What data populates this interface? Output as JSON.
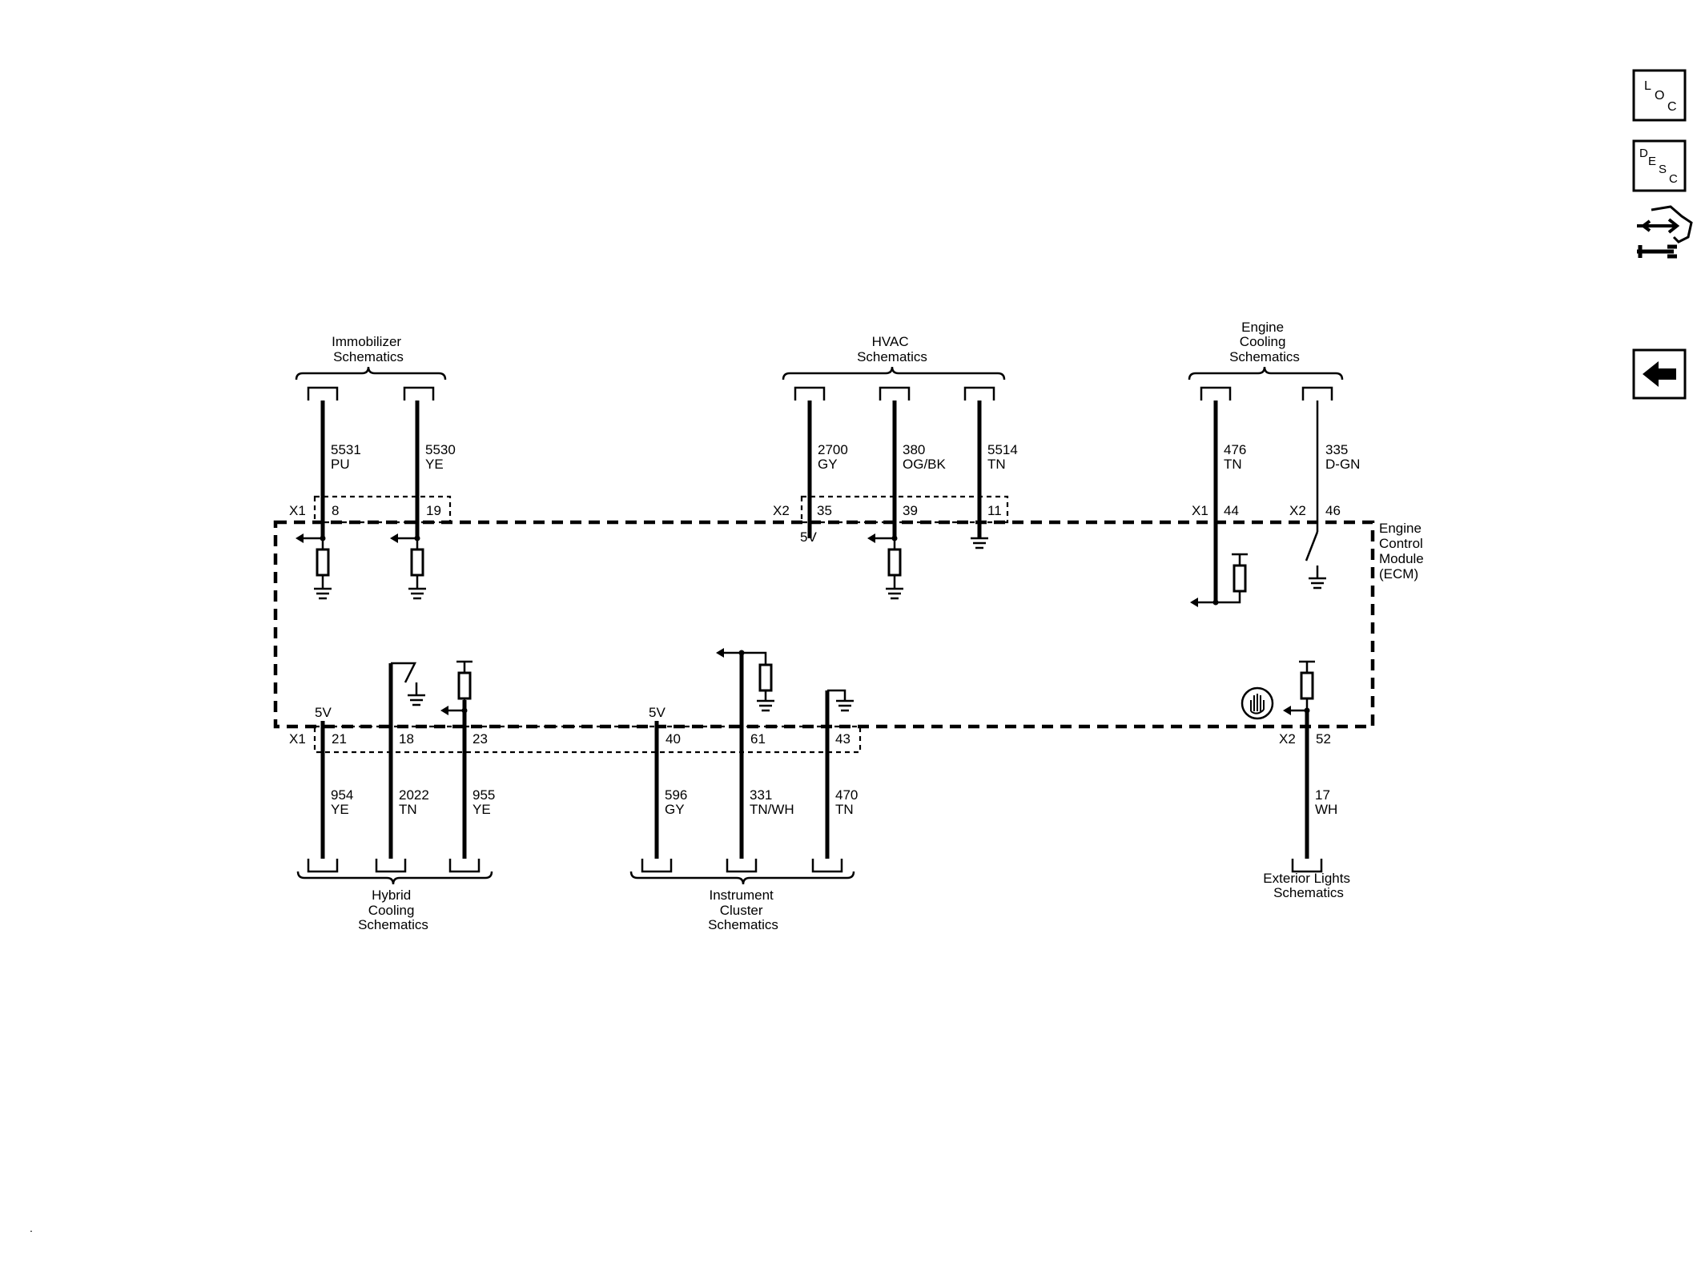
{
  "groups": {
    "immobilizer": [
      "Immobilizer",
      "Schematics"
    ],
    "hvac": [
      "HVAC",
      "Schematics"
    ],
    "engine_cooling": [
      "Engine",
      "Cooling",
      "Schematics"
    ],
    "hybrid_cooling": [
      "Hybrid",
      "Cooling",
      "Schematics"
    ],
    "instrument_cluster": [
      "Instrument",
      "Cluster",
      "Schematics"
    ],
    "exterior_lights": [
      "Exterior Lights",
      "Schematics"
    ]
  },
  "module": {
    "lines": [
      "Engine",
      "Control",
      "Module",
      "(ECM)"
    ]
  },
  "connectors": {
    "x1": "X1",
    "x2": "X2"
  },
  "voltage_5v": "5V",
  "wires_top": [
    {
      "circuit": "5531",
      "color": "PU",
      "pin": "8"
    },
    {
      "circuit": "5530",
      "color": "YE",
      "pin": "19"
    },
    {
      "circuit": "2700",
      "color": "GY",
      "pin": "35"
    },
    {
      "circuit": "380",
      "color": "OG/BK",
      "pin": "39"
    },
    {
      "circuit": "5514",
      "color": "TN",
      "pin": "11"
    },
    {
      "circuit": "476",
      "color": "TN",
      "pin": "44"
    },
    {
      "circuit": "335",
      "color": "D-GN",
      "pin": "46"
    }
  ],
  "wires_bottom": [
    {
      "circuit": "954",
      "color": "YE",
      "pin": "21"
    },
    {
      "circuit": "2022",
      "color": "TN",
      "pin": "18"
    },
    {
      "circuit": "955",
      "color": "YE",
      "pin": "23"
    },
    {
      "circuit": "596",
      "color": "GY",
      "pin": "40"
    },
    {
      "circuit": "331",
      "color": "TN/WH",
      "pin": "61"
    },
    {
      "circuit": "470",
      "color": "TN",
      "pin": "43"
    },
    {
      "circuit": "17",
      "color": "WH",
      "pin": "52"
    }
  ],
  "nav": {
    "loc_icon": "loc-icon",
    "desc_icon": "desc-icon",
    "connector_icon": "connector-tool-icon",
    "back_icon": "back-arrow-icon"
  },
  "corner_mark": "."
}
